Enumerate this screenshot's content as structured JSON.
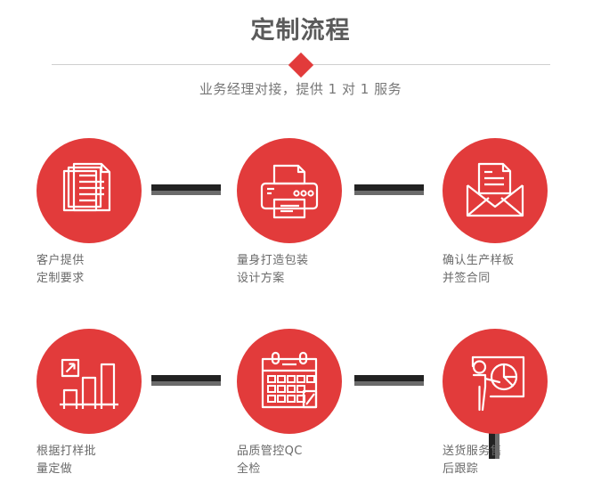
{
  "header": {
    "title": "定制流程",
    "subtitle": "业务经理对接，提供 1 对 1 服务",
    "divider_icon": "diamond-marker",
    "accent_color": "#e23b3b",
    "title_color": "#5b5b5b",
    "divider_color": "#cfcfcf"
  },
  "flow": {
    "connector_color": "#222222",
    "connector_shadow_color": "#6b6b6b",
    "steps": [
      {
        "id": "step-1",
        "icon": "documents-stack-icon",
        "label": "客户提供\n定制要求"
      },
      {
        "id": "step-2",
        "icon": "printer-icon",
        "label": "量身打造包装\n设计方案"
      },
      {
        "id": "step-3",
        "icon": "envelope-document-icon",
        "label": "确认生产样板\n并签合同"
      },
      {
        "id": "step-4",
        "icon": "bar-chart-growth-icon",
        "label": "根据打样批\n量定做"
      },
      {
        "id": "step-5",
        "icon": "calendar-check-icon",
        "label": "品质管控QC\n全检"
      },
      {
        "id": "step-6",
        "icon": "presenter-pie-chart-icon",
        "label": "送货服务售\n后跟踪"
      }
    ]
  }
}
